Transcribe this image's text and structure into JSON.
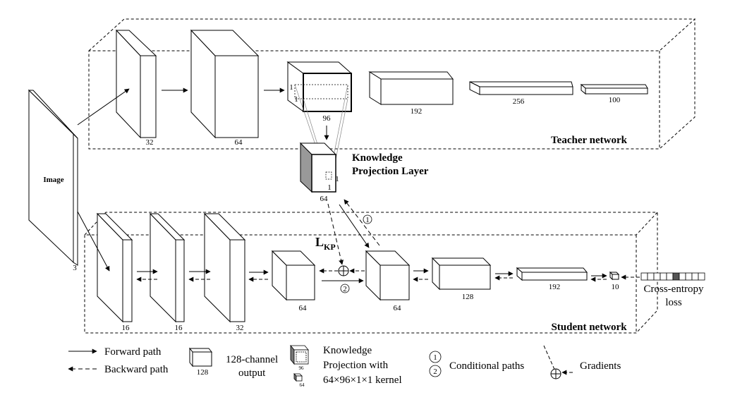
{
  "input": {
    "label": "Image",
    "channels": "3"
  },
  "teacher": {
    "title": "Teacher network",
    "layers": [
      "32",
      "64",
      "96",
      "192",
      "256",
      "100"
    ],
    "kernel_marks": [
      "1",
      "1"
    ]
  },
  "kp_layer": {
    "title_line1": "Knowledge",
    "title_line2": "Projection Layer",
    "size": "64",
    "kernel_marks": [
      "1",
      "1"
    ]
  },
  "loss_symbol": {
    "main": "L",
    "sub": "KP"
  },
  "conditional_marks": [
    "1",
    "2"
  ],
  "student": {
    "title": "Student network",
    "layers": [
      "16",
      "16",
      "32",
      "64",
      "64",
      "128",
      "192",
      "10"
    ]
  },
  "output": {
    "line1": "Cross-entropy",
    "line2": "loss"
  },
  "legend": {
    "forward": "Forward path",
    "backward": "Backward path",
    "block_size": "128",
    "channel_line1": "128-channel",
    "channel_line2": "output",
    "kp_line1": "Knowledge",
    "kp_line2": "Projection with",
    "kp_line3": "64×96×1×1 kernel",
    "kp_icon_top": "96",
    "kp_icon_bottom": "64",
    "cond_mark1": "1",
    "cond_mark2": "2",
    "conditional": "Conditional paths",
    "gradients": "Gradients"
  }
}
